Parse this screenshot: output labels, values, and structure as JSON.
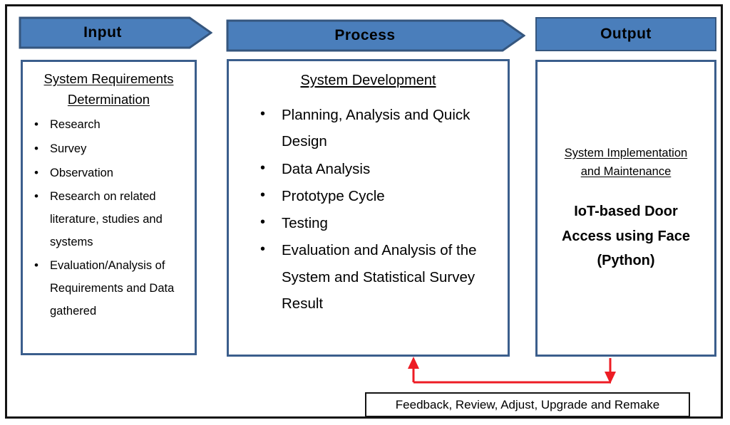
{
  "diagram": {
    "type": "ipo-conceptual-framework",
    "frame_color": "#141414",
    "banner_fill": "#4A7EBB",
    "banner_border": "#35567E",
    "box_border": "#3B5E8C",
    "arrow_color": "#ED1C24"
  },
  "banners": {
    "input": "Input",
    "process": "Process",
    "output": "Output"
  },
  "input": {
    "heading_line1": "System Requirements",
    "heading_line2": "Determination",
    "items": [
      "Research",
      "Survey",
      "Observation",
      "Research on related literature, studies and systems",
      "Evaluation/Analysis of Requirements and Data gathered"
    ]
  },
  "process": {
    "heading": "System Development",
    "items": [
      "Planning, Analysis and Quick Design",
      "Data Analysis",
      "Prototype Cycle",
      "Testing",
      "Evaluation and Analysis of the System and Statistical Survey Result"
    ]
  },
  "output": {
    "subheading_line1": "System Implementation",
    "subheading_line2": "and Maintenance",
    "title_line1": "IoT-based Door",
    "title_line2": "Access using Face",
    "title_line3": "(Python)"
  },
  "feedback": {
    "label": "Feedback, Review, Adjust, Upgrade and Remake"
  }
}
